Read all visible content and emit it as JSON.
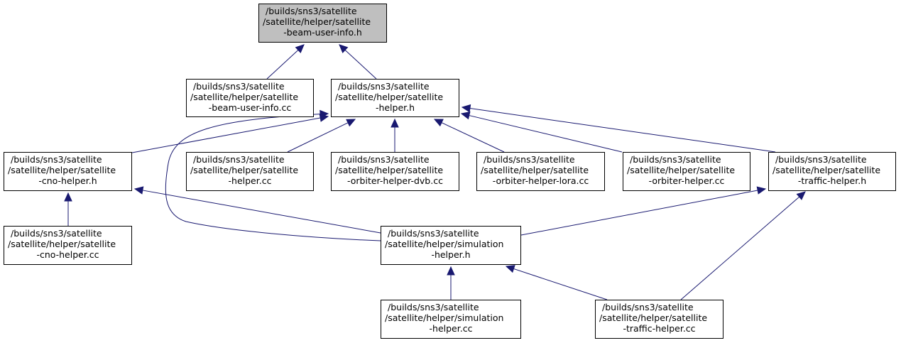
{
  "diagram": {
    "nodes": [
      {
        "id": "n0",
        "lines": [
          "/builds/sns3/satellite",
          "/satellite/helper/satellite",
          "-beam-user-info.h"
        ],
        "root": true
      },
      {
        "id": "n1",
        "lines": [
          "/builds/sns3/satellite",
          "/satellite/helper/satellite",
          "-beam-user-info.cc"
        ]
      },
      {
        "id": "n2",
        "lines": [
          "/builds/sns3/satellite",
          "/satellite/helper/satellite",
          "-helper.h"
        ]
      },
      {
        "id": "n3",
        "lines": [
          "/builds/sns3/satellite",
          "/satellite/helper/satellite",
          "-cno-helper.h"
        ]
      },
      {
        "id": "n4",
        "lines": [
          "/builds/sns3/satellite",
          "/satellite/helper/satellite",
          "-helper.cc"
        ]
      },
      {
        "id": "n5",
        "lines": [
          "/builds/sns3/satellite",
          "/satellite/helper/satellite",
          "-orbiter-helper-dvb.cc"
        ]
      },
      {
        "id": "n6",
        "lines": [
          "/builds/sns3/satellite",
          "/satellite/helper/satellite",
          "-orbiter-helper-lora.cc"
        ]
      },
      {
        "id": "n7",
        "lines": [
          "/builds/sns3/satellite",
          "/satellite/helper/satellite",
          "-orbiter-helper.cc"
        ]
      },
      {
        "id": "n8",
        "lines": [
          "/builds/sns3/satellite",
          "/satellite/helper/satellite",
          "-traffic-helper.h"
        ]
      },
      {
        "id": "n9",
        "lines": [
          "/builds/sns3/satellite",
          "/satellite/helper/satellite",
          "-cno-helper.cc"
        ]
      },
      {
        "id": "n10",
        "lines": [
          "/builds/sns3/satellite",
          "/satellite/helper/simulation",
          "-helper.h"
        ]
      },
      {
        "id": "n11",
        "lines": [
          "/builds/sns3/satellite",
          "/satellite/helper/simulation",
          "-helper.cc"
        ]
      },
      {
        "id": "n12",
        "lines": [
          "/builds/sns3/satellite",
          "/satellite/helper/satellite",
          "-traffic-helper.cc"
        ]
      }
    ],
    "edges": [
      {
        "from": "n1",
        "to": "n0"
      },
      {
        "from": "n2",
        "to": "n0"
      },
      {
        "from": "n3",
        "to": "n2"
      },
      {
        "from": "n4",
        "to": "n2"
      },
      {
        "from": "n5",
        "to": "n2"
      },
      {
        "from": "n6",
        "to": "n2"
      },
      {
        "from": "n7",
        "to": "n2"
      },
      {
        "from": "n8",
        "to": "n2"
      },
      {
        "from": "n10",
        "to": "n2"
      },
      {
        "from": "n9",
        "to": "n3"
      },
      {
        "from": "n10",
        "to": "n3"
      },
      {
        "from": "n10",
        "to": "n8"
      },
      {
        "from": "n12",
        "to": "n8"
      },
      {
        "from": "n11",
        "to": "n10"
      },
      {
        "from": "n12",
        "to": "n10"
      }
    ],
    "edge_color": "#191970",
    "root_fill": "#bfbfbf"
  }
}
